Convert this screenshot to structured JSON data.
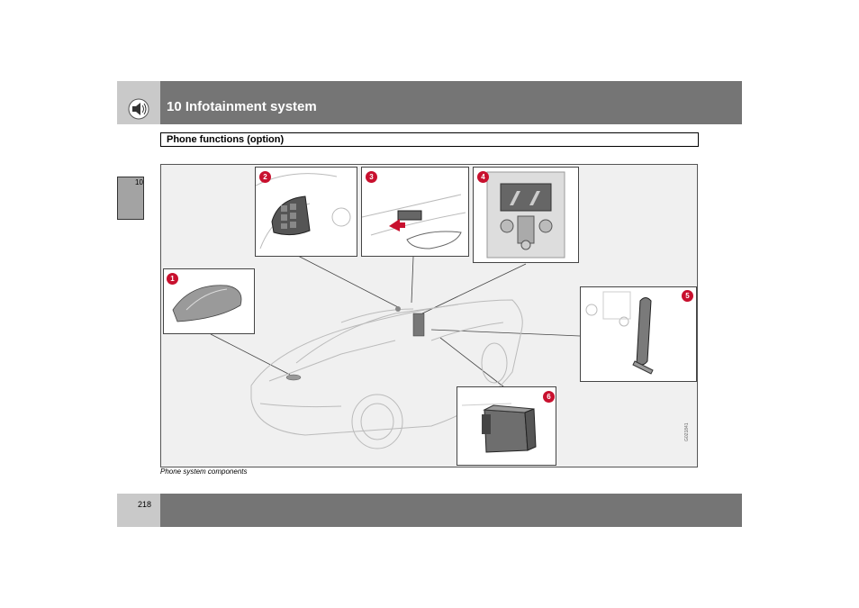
{
  "header": {
    "title": "10 Infotainment system",
    "icon": "speaker-icon"
  },
  "section": {
    "title": "Phone functions (option)"
  },
  "side_tab": {
    "chapter": "10"
  },
  "figure": {
    "caption": "Phone system components",
    "code": "G021841",
    "callouts": [
      "1",
      "2",
      "3",
      "4",
      "5",
      "6"
    ]
  },
  "footer": {
    "page_number": "218"
  },
  "colors": {
    "header_gray": "#757575",
    "light_gray": "#c9c9c9",
    "badge_red": "#c8102e"
  }
}
